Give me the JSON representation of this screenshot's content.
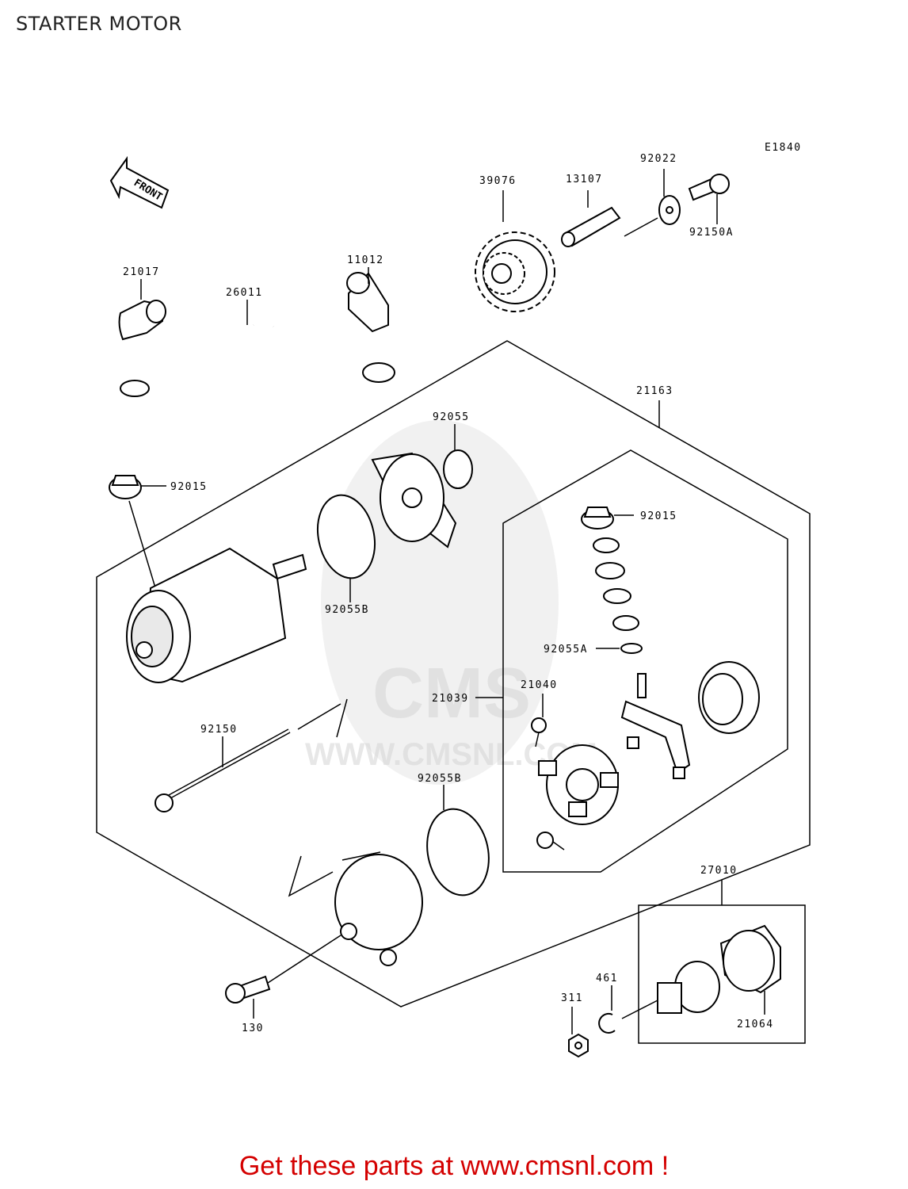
{
  "title": "STARTER MOTOR",
  "diagram_code": "E1840",
  "front_label": "FRONT",
  "watermark": {
    "brand": "CMS",
    "url": "WWW.CMSNL.COM"
  },
  "footer": "Get these parts at www.cmsnl.com !",
  "labels": {
    "p39076": "39076",
    "p13107": "13107",
    "p92022": "92022",
    "p92150A": "92150A",
    "p21017": "21017",
    "p26011": "26011",
    "p11012": "11012",
    "p21163": "21163",
    "p92055": "92055",
    "p92015_left": "92015",
    "p92015_right": "92015",
    "p92055B_top": "92055B",
    "p92055A": "92055A",
    "p21040": "21040",
    "p21039": "21039",
    "p92150": "92150",
    "p92055B_bottom": "92055B",
    "p27010": "27010",
    "p461": "461",
    "p311": "311",
    "p21064": "21064",
    "p130": "130"
  }
}
